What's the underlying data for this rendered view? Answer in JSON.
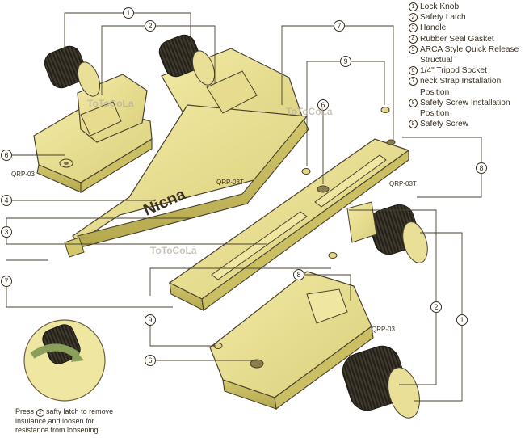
{
  "legend": [
    {
      "num": "1",
      "label": "Lock Knob"
    },
    {
      "num": "2",
      "label": "Safety Latch"
    },
    {
      "num": "3",
      "label": "Handle"
    },
    {
      "num": "4",
      "label": "Rubber Seal Gasket"
    },
    {
      "num": "5",
      "label": "ARCA Style Quick Release Structual"
    },
    {
      "num": "6",
      "label": "1/4\" Tripod Socket"
    },
    {
      "num": "7",
      "label": "neck Strap Installation Position"
    },
    {
      "num": "8",
      "label": "Safety Screw Installation Position"
    },
    {
      "num": "9",
      "label": "Safety Screw"
    }
  ],
  "labels": {
    "model_a": "QRP-03",
    "model_b": "QRP-03T",
    "model_c": "QRP-03T",
    "model_d": "QRP-03",
    "brand": "Nicna",
    "watermark": "ToToCoLa"
  },
  "callouts": {
    "c1_top": "1",
    "c2_top": "2",
    "c7_top": "7",
    "c9_top": "9",
    "c6_mid": "6",
    "c6_left": "6",
    "c4_left": "4",
    "c3_left": "3",
    "c7_left": "7",
    "c8_right": "8",
    "c8_bottom": "8",
    "c9_bottom": "9",
    "c6_bottom": "6",
    "c2_right": "2",
    "c1_right": "1"
  },
  "note": {
    "prefix": "Press",
    "num": "2",
    "text": "safty latch to remove insulance,and loosen for resistance from loosening."
  }
}
